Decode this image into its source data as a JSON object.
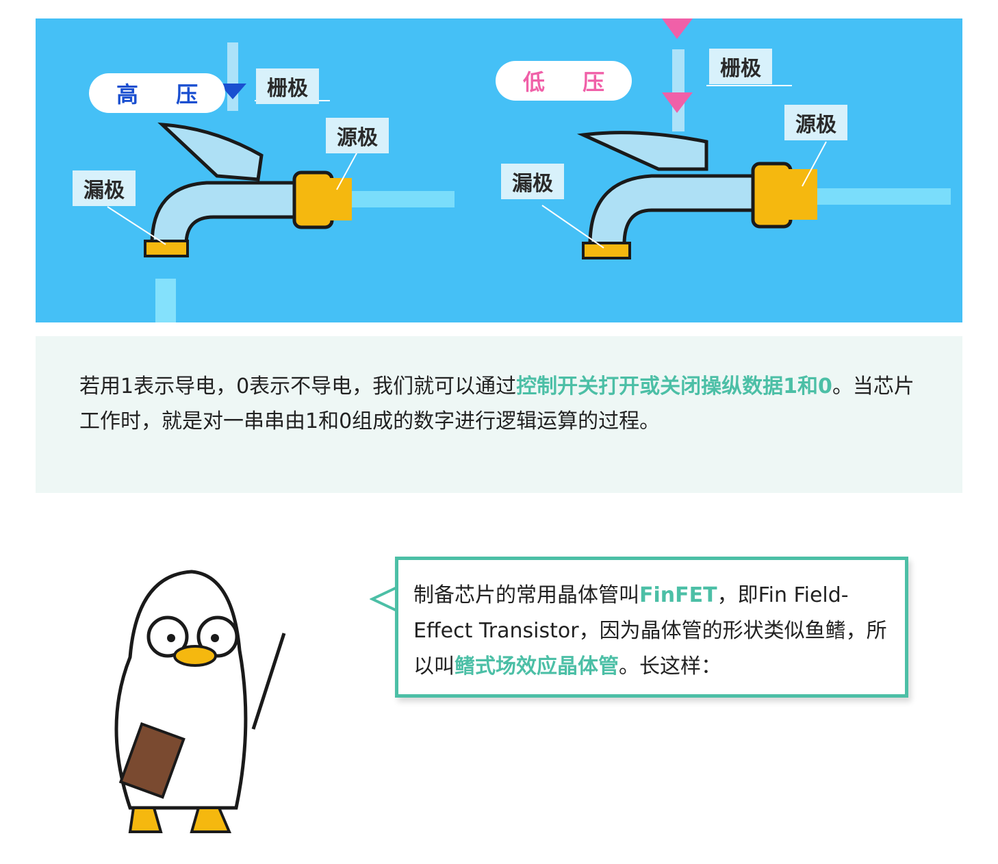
{
  "diagram": {
    "high_pressure": "高 压",
    "low_pressure": "低 压",
    "left": {
      "gate": "栅极",
      "source": "源极",
      "drain": "漏极"
    },
    "right": {
      "gate": "栅极",
      "source": "源极",
      "drain": "漏极"
    },
    "colors": {
      "background": "#45c0f6",
      "high": "#1a4fd0",
      "low": "#f060a8",
      "faucet": "#aee0f5",
      "handle": "#f5b80f"
    }
  },
  "note": {
    "text_before": "若用1表示导电，0表示不导电，我们就可以通过",
    "highlight": "控制开关打开或关闭操纵数据1和0",
    "text_after": "。当芯片工作时，就是对一串串由1和0组成的数字进行逻辑运算的过程。"
  },
  "bubble": {
    "t1": "制备芯片的常用晶体管叫",
    "h1": "FinFET",
    "t2": "，即Fin Field-Effect Transistor，因为晶体管的形状类似鱼鳍，所以叫",
    "h2": "鳍式场效应晶体管",
    "t3": "。长这样："
  },
  "accent": "#4cbfa6"
}
